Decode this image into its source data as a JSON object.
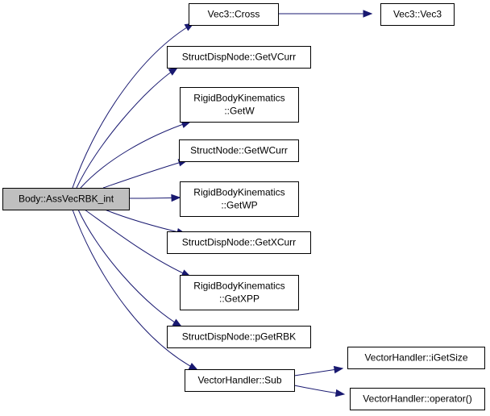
{
  "diagram": {
    "nodes": {
      "root": {
        "lines": [
          "Body::AssVecRBK_int"
        ]
      },
      "cross": {
        "lines": [
          "Vec3::Cross"
        ]
      },
      "vec3": {
        "lines": [
          "Vec3::Vec3"
        ]
      },
      "getvcurr": {
        "lines": [
          "StructDispNode::GetVCurr"
        ]
      },
      "getw": {
        "lines": [
          "RigidBodyKinematics",
          "::GetW"
        ]
      },
      "getwcurr": {
        "lines": [
          "StructNode::GetWCurr"
        ]
      },
      "getwp": {
        "lines": [
          "RigidBodyKinematics",
          "::GetWP"
        ]
      },
      "getxcurr": {
        "lines": [
          "StructDispNode::GetXCurr"
        ]
      },
      "getxpp": {
        "lines": [
          "RigidBodyKinematics",
          "::GetXPP"
        ]
      },
      "pgetrbk": {
        "lines": [
          "StructDispNode::pGetRBK"
        ]
      },
      "sub": {
        "lines": [
          "VectorHandler::Sub"
        ]
      },
      "igetsize": {
        "lines": [
          "VectorHandler::iGetSize"
        ]
      },
      "operator": {
        "lines": [
          "VectorHandler::operator()"
        ]
      }
    },
    "edges": [
      [
        "root",
        "cross"
      ],
      [
        "root",
        "getvcurr"
      ],
      [
        "root",
        "getw"
      ],
      [
        "root",
        "getwcurr"
      ],
      [
        "root",
        "getwp"
      ],
      [
        "root",
        "getxcurr"
      ],
      [
        "root",
        "getxpp"
      ],
      [
        "root",
        "pgetrbk"
      ],
      [
        "root",
        "sub"
      ],
      [
        "cross",
        "vec3"
      ],
      [
        "sub",
        "igetsize"
      ],
      [
        "sub",
        "operator"
      ]
    ],
    "colors": {
      "edge": "#191970",
      "root_fill": "#bfbfbf",
      "node_fill": "#ffffff",
      "border": "#000000"
    }
  }
}
